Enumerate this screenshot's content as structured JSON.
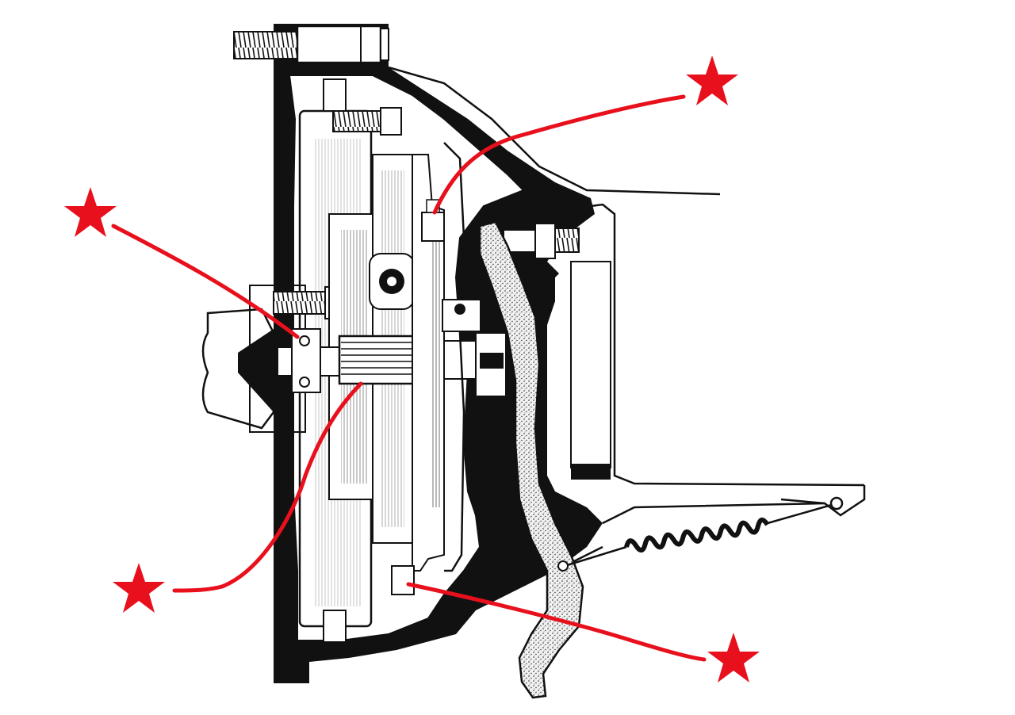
{
  "diagram": {
    "subject": "clutch-assembly-cross-section",
    "colors": {
      "ink": "#111111",
      "paper": "#ffffff",
      "marker": "#e8101c",
      "stipple": "#d9d9d9"
    },
    "callouts": [
      {
        "id": "star-upper-right",
        "icon": "star-icon",
        "points_to": "release-bearing"
      },
      {
        "id": "star-upper-left",
        "icon": "star-icon",
        "points_to": "pilot-bearing"
      },
      {
        "id": "star-lower-left",
        "icon": "star-icon",
        "points_to": "clutch-shaft-splines"
      },
      {
        "id": "star-lower-right",
        "icon": "star-icon",
        "points_to": "pressure-plate-lower"
      }
    ]
  }
}
